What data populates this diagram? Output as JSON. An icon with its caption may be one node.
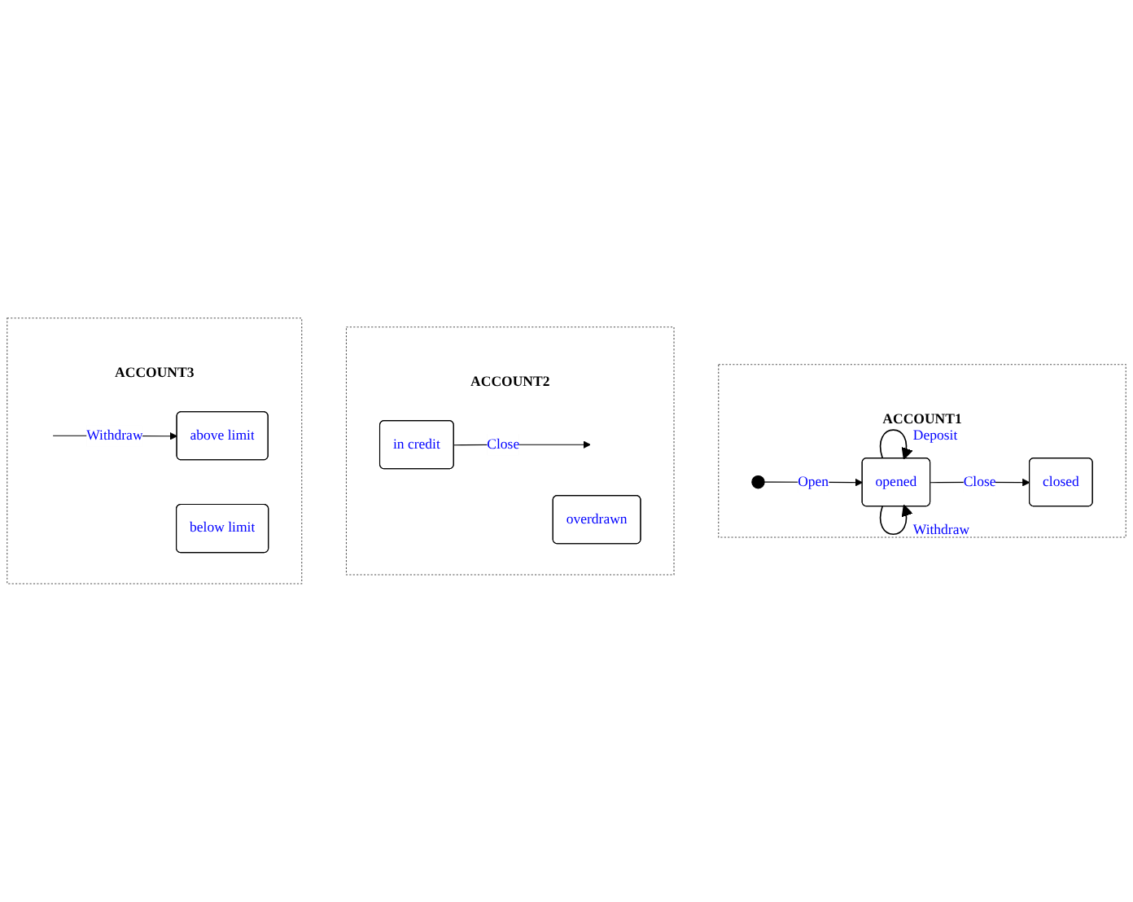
{
  "diagram": {
    "nodes": [
      {
        "text": [
          "ACCOUNT1"
        ]
      },
      {
        "text": [],
        "shape": "circle",
        "in": 0
      },
      {
        "text": [
          "opened"
        ],
        "in": 0
      },
      {
        "text": [
          "closed"
        ],
        "in": 0
      },
      {
        "text": [
          "ACCOUNT2"
        ]
      },
      {
        "text": [
          "in credit"
        ],
        "in": 4
      },
      {
        "text": [
          "overdrawn"
        ],
        "in": 4
      },
      {
        "text": [
          "ACCOUNT3"
        ]
      },
      {
        "text": [
          "above limit"
        ],
        "in": 7
      },
      {
        "text": [
          "below limit"
        ],
        "in": 7
      }
    ],
    "edges": [
      {
        "from": 1,
        "to": 2,
        "arrow": "to",
        "label": "Open"
      },
      {
        "from": 2,
        "to": 2,
        "arrow": "to",
        "label": "Deposit"
      },
      {
        "from": 2,
        "to": 2,
        "arrow": "to",
        "label": "Withdraw"
      },
      {
        "from": 2,
        "to": 3,
        "arrow": "to",
        "label": "Close"
      },
      {
        "from": 5,
        "to": null,
        "arrow": "to",
        "label": "Close"
      },
      {
        "from": null,
        "to": 8,
        "arrow": "to",
        "label": "Withdraw"
      }
    ]
  }
}
